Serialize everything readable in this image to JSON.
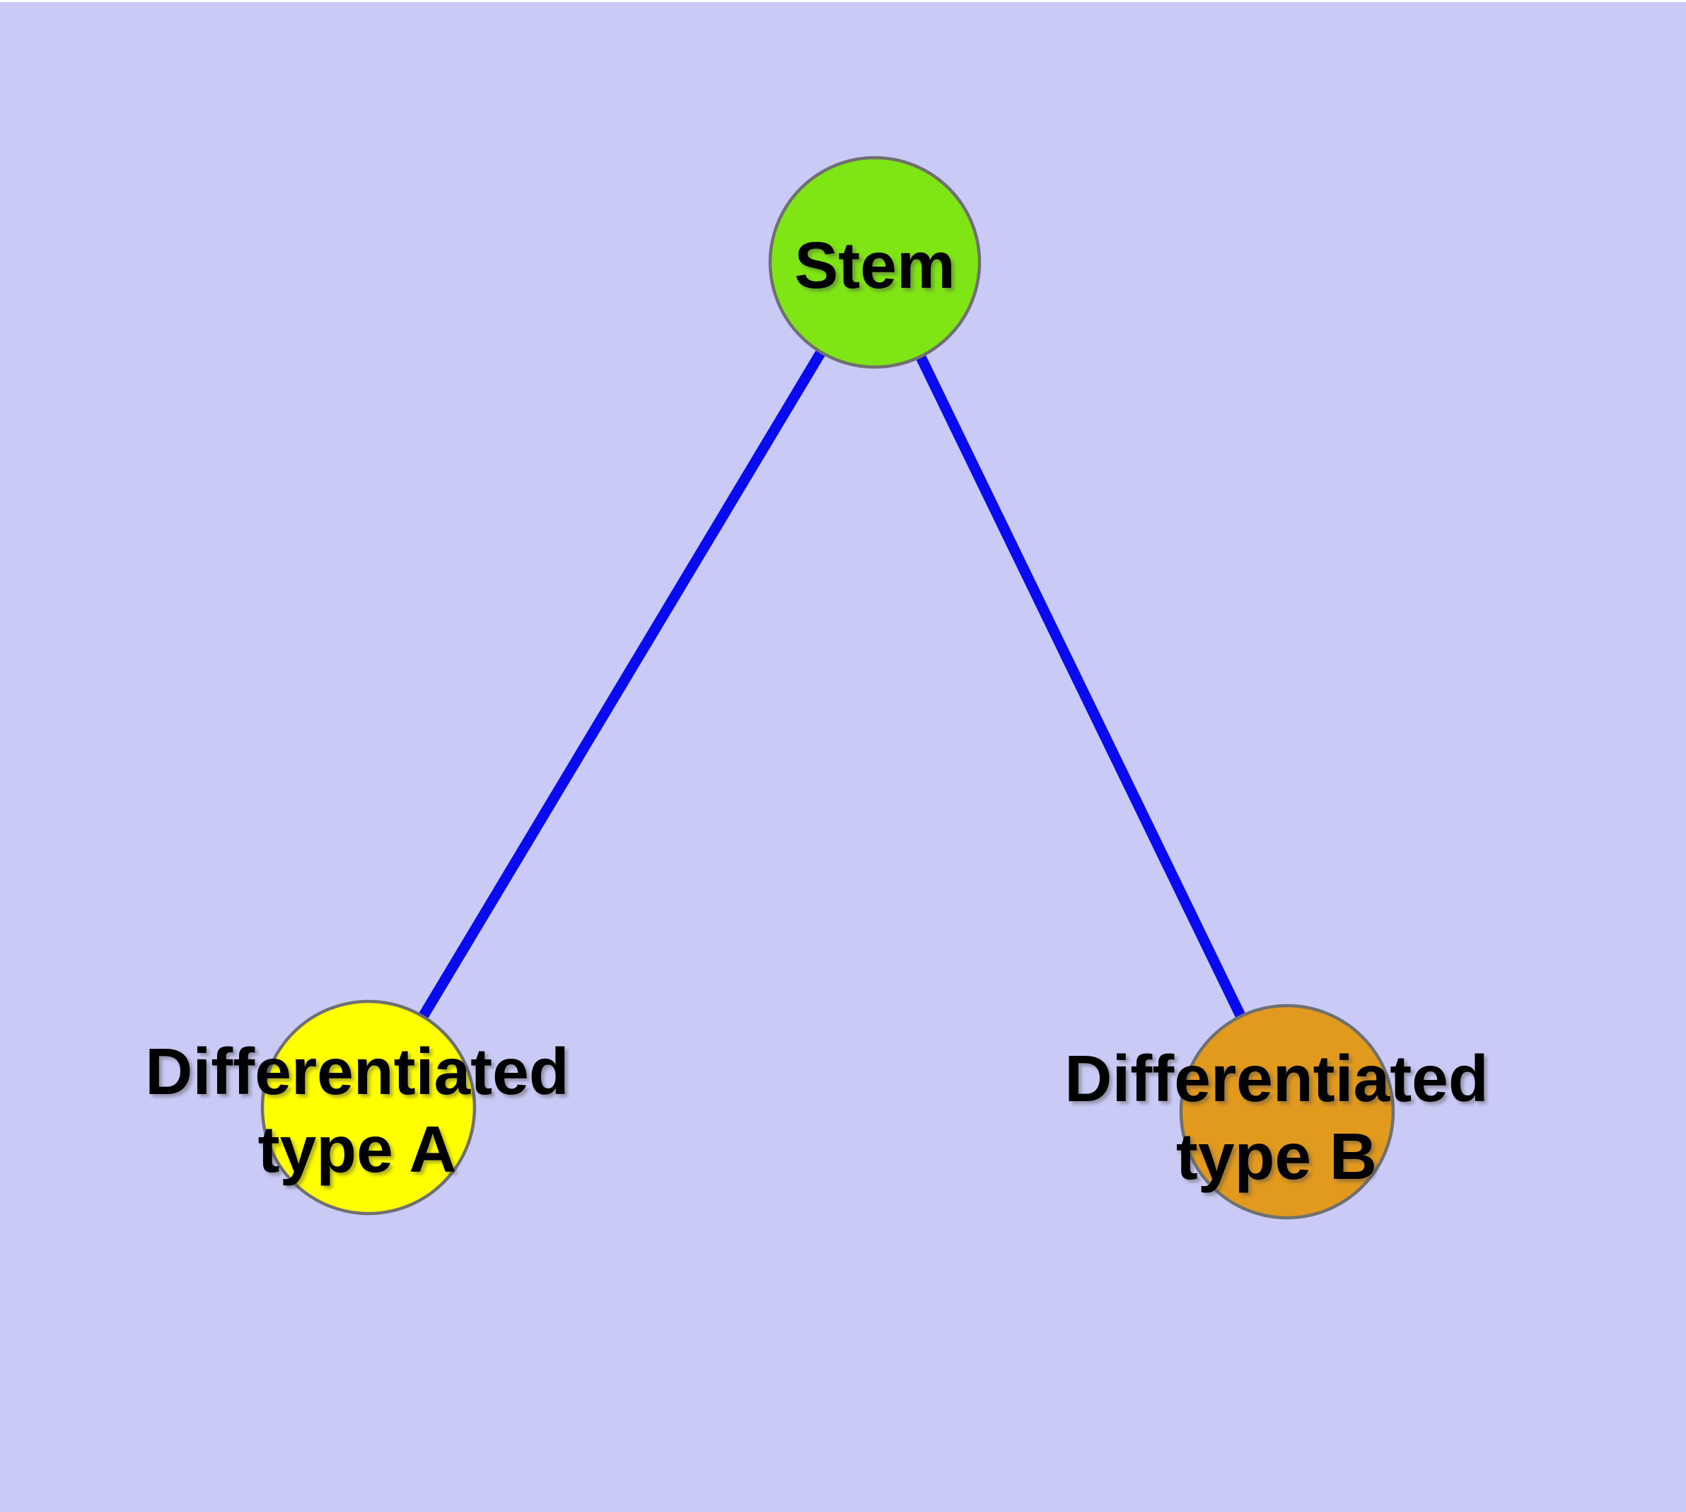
{
  "diagram": {
    "type": "node-link-graph",
    "colors": {
      "background": "#CACAF6",
      "edge": "#0A0AEE",
      "node_border": "#707070",
      "label": "#000000"
    },
    "nodes": [
      {
        "id": "stem",
        "label": "Stem",
        "label_line1": "Stem",
        "label_line2": "",
        "fill": "#7FE515"
      },
      {
        "id": "type-a",
        "label": "Differentiated type A",
        "label_line1": "Differentiated",
        "label_line2": "type A",
        "fill": "#FFFF00"
      },
      {
        "id": "type-b",
        "label": "Differentiated type B",
        "label_line1": "Differentiated",
        "label_line2": "type B",
        "fill": "#E1991E"
      }
    ],
    "edges": [
      {
        "from": "Stem",
        "to": "Differentiated type A"
      },
      {
        "from": "Stem",
        "to": "Differentiated type B"
      }
    ]
  }
}
